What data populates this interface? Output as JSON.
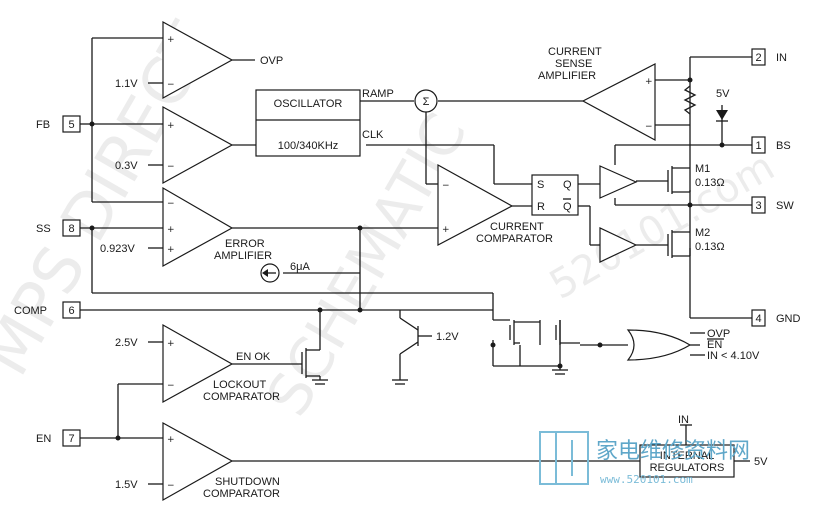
{
  "pins": {
    "p2": {
      "num": "2",
      "name": "IN"
    },
    "p1": {
      "num": "1",
      "name": "BS"
    },
    "p3": {
      "num": "3",
      "name": "SW"
    },
    "p4": {
      "num": "4",
      "name": "GND"
    },
    "p5": {
      "num": "5",
      "name": "FB"
    },
    "p8": {
      "num": "8",
      "name": "SS"
    },
    "p6": {
      "num": "6",
      "name": "COMP"
    },
    "p7": {
      "num": "7",
      "name": "EN"
    }
  },
  "amplifiers": {
    "ovp_ref": "1.1V",
    "ovp_out": "OVP",
    "fb_ref": "0.3V",
    "ea_ref": "0.923V",
    "ea_name_1": "ERROR",
    "ea_name_2": "AMPLIFIER",
    "cs_name_1": "CURRENT",
    "cs_name_2": "SENSE",
    "cs_name_3": "AMPLIFIER",
    "cc_name_1": "CURRENT",
    "cc_name_2": "COMPARATOR",
    "lo_ref": "2.5V",
    "lo_out": "EN OK",
    "lo_name_1": "LOCKOUT",
    "lo_name_2": "COMPARATOR",
    "sd_ref": "1.5V",
    "sd_name_1": "SHUTDOWN",
    "sd_name_2": "COMPARATOR"
  },
  "oscillator": {
    "title": "OSCILLATOR",
    "freq": "100/340KHz",
    "ramp": "RAMP",
    "clk": "CLK"
  },
  "sum_symbol": "Σ",
  "latch": {
    "s": "S",
    "r": "R",
    "q": "Q",
    "qbar": "Q"
  },
  "mosfets": {
    "m1_name": "M1",
    "m1_r": "0.13Ω",
    "m2_name": "M2",
    "m2_r": "0.13Ω"
  },
  "supply_5v": "5V",
  "current_source": "6μA",
  "clamp_voltage": "1.2V",
  "or_gate": {
    "in1": "OVP",
    "in2": "EN",
    "in3": "IN < 4.10V"
  },
  "regulators": {
    "line1": "INTERNAL",
    "line2": "REGULATORS",
    "input": "IN",
    "output": "5V"
  },
  "watermark": {
    "logo_cn": "家电维修资料网",
    "logo_url": "www.520101.com"
  }
}
